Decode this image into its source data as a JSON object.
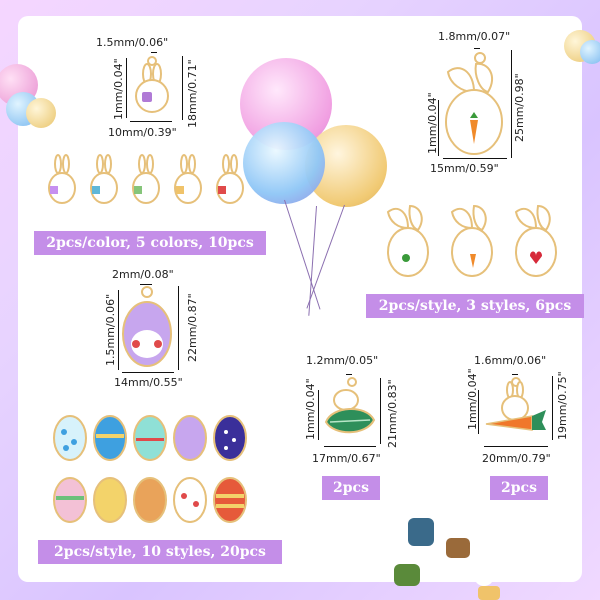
{
  "labels": {
    "g1": "2pcs/color, 5 colors, 10pcs",
    "g2": "2pcs/style, 3 styles, 6pcs",
    "g3": "2pcs/style, 10 styles, 20pcs",
    "g4": "2pcs",
    "g5": "2pcs"
  },
  "dims": {
    "g1_top": "1.5mm/0.06\"",
    "g1_left": "1mm/0.04\"",
    "g1_right": "18mm/0.71\"",
    "g1_bottom": "10mm/0.39\"",
    "g2_top": "1.8mm/0.07\"",
    "g2_left": "1mm/0.04\"",
    "g2_right": "25mm/0.98\"",
    "g2_bottom": "15mm/0.59\"",
    "g3_top": "2mm/0.08\"",
    "g3_left": "1.5mm/0.06\"",
    "g3_right": "22mm/0.87\"",
    "g3_bottom": "14mm/0.55\"",
    "g4_top": "1.2mm/0.05\"",
    "g4_left": "1mm/0.04\"",
    "g4_right": "21mm/0.83\"",
    "g4_bottom": "17mm/0.67\"",
    "g5_top": "1.6mm/0.06\"",
    "g5_left": "1mm/0.04\"",
    "g5_right": "19mm/0.75\"",
    "g5_bottom": "20mm/0.79\""
  },
  "colors": {
    "label_bg": "#c48ee8",
    "gold": "#e6c07a"
  }
}
